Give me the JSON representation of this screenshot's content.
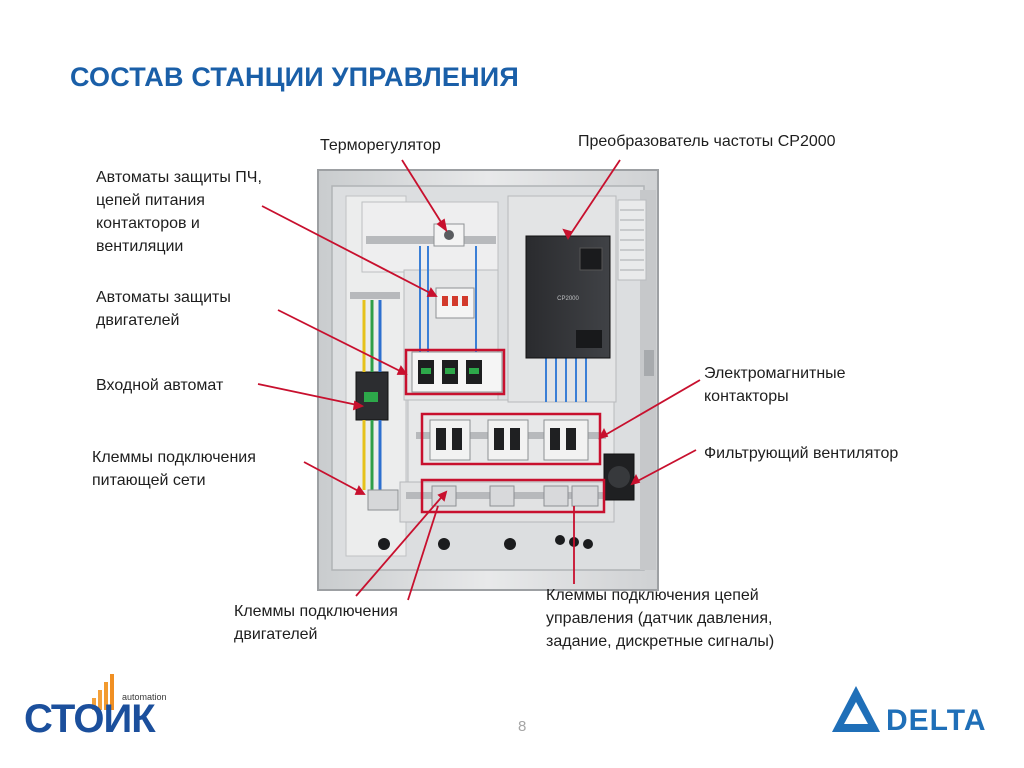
{
  "title": "СОСТАВ СТАНЦИИ УПРАВЛЕНИЯ",
  "labels": {
    "thermoregulator": [
      "Терморегулятор"
    ],
    "converter": [
      "Преобразователь частоты СР2000"
    ],
    "pc_breakers": [
      "Автоматы защиты  ПЧ,",
      "цепей питания",
      "контакторов и",
      "вентиляции"
    ],
    "motor_breakers": [
      "Автоматы защиты",
      "двигателей"
    ],
    "input_breaker": [
      "Входной автомат"
    ],
    "power_terminals": [
      "Клеммы подключения",
      "питающей сети"
    ],
    "contactors": [
      "Электромагнитные",
      "контакторы"
    ],
    "filter_fan": [
      "Фильтрующий вентилятор"
    ],
    "control_terminals": [
      "Клеммы подключения цепей",
      "управления (датчик давления,",
      "задание, дискретные сигналы)"
    ],
    "motor_terminals": [
      "Клеммы подключения",
      "двигателей"
    ]
  },
  "device_text": "CP2000",
  "page_number": "8",
  "logos": {
    "left": {
      "name": "СТОИК",
      "tagline": "automation"
    },
    "right": {
      "name": "DELTA"
    }
  },
  "colors": {
    "title": "#1a5fa8",
    "pointer": "#c8102e",
    "highlight_box": "#c8102e",
    "logo_left": "#1b4f9c",
    "logo_right": "#1f6fb8"
  }
}
